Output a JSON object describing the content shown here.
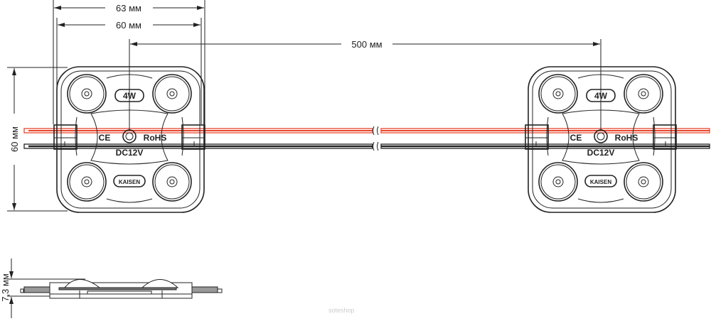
{
  "dimensions": {
    "width_outer": "63 мм",
    "width_inner": "60 мм",
    "spacing": "500 мм",
    "height": "60 мм",
    "thickness": "7,3 мм"
  },
  "module": {
    "power": "4W",
    "ce": "CE",
    "rohs": "RoHS",
    "voltage": "DC12V",
    "brand": "KAISEN"
  },
  "watermark": "soteshop",
  "colors": {
    "red_wire": "#e8452c",
    "black_wire": "#222222"
  }
}
